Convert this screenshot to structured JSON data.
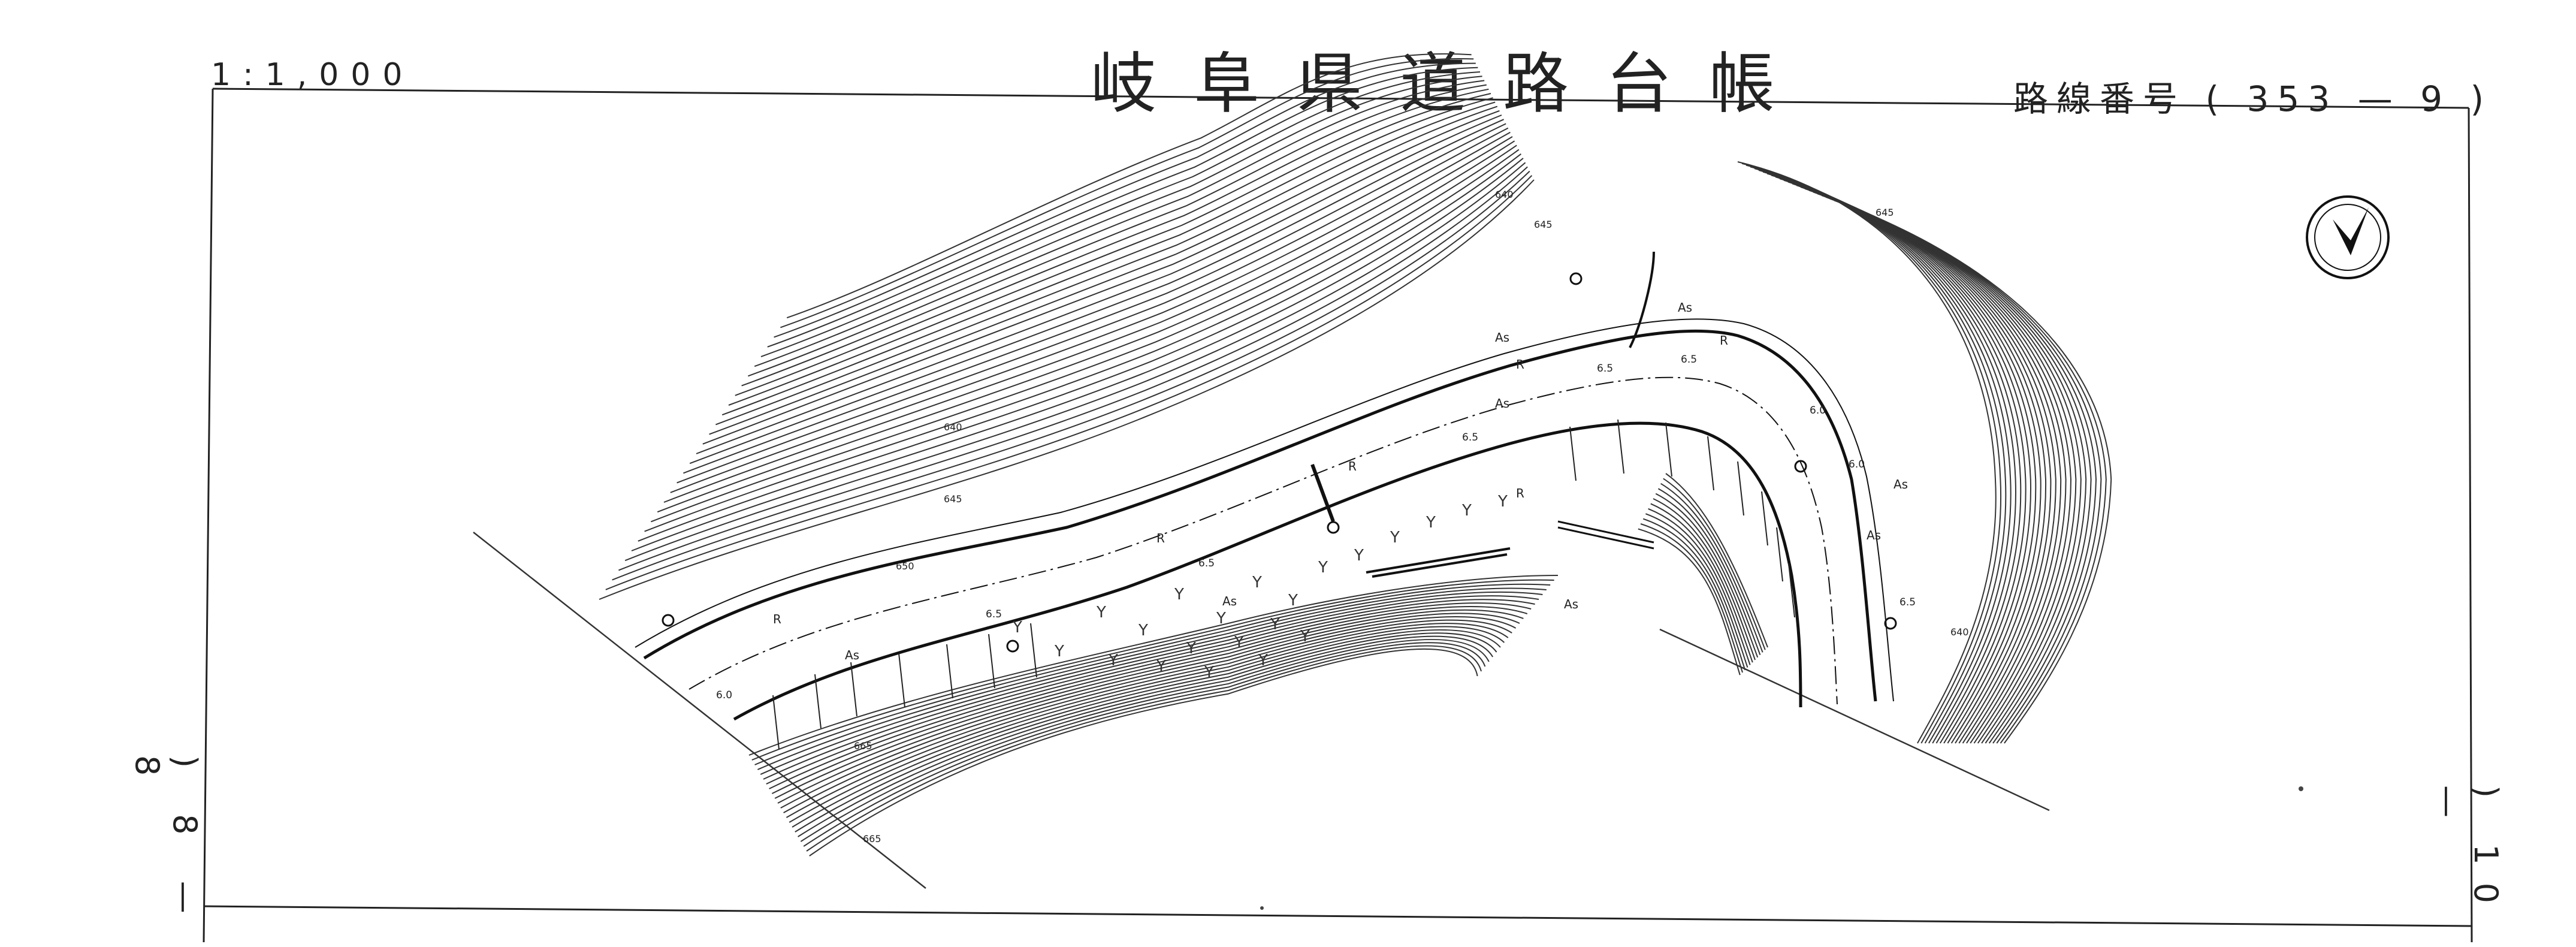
{
  "header": {
    "scale": "1:1,000",
    "title": "岐阜県道路台帳",
    "route_label": "路線番号",
    "route_open": "(",
    "route_number": "353",
    "route_dash": "—",
    "route_section": "9",
    "route_close": ")"
  },
  "margins": {
    "left_sheet": ") 8 — 8",
    "right_sheet": ") 10 —"
  },
  "map": {
    "north_arrow_icon": "north-arrow-icon",
    "contour_labels": [
      "640",
      "645",
      "650",
      "665",
      "665",
      "640",
      "645",
      "645",
      "640"
    ],
    "surface_labels": [
      "As",
      "As",
      "As",
      "As",
      "As",
      "As",
      "As",
      "As"
    ],
    "edge_labels": [
      "R",
      "R",
      "R",
      "R",
      "R",
      "R"
    ],
    "width_labels": [
      "6.0",
      "6.5",
      "6.5",
      "6.5",
      "6.5",
      "6.5",
      "6.0",
      "6.0",
      "6.5"
    ]
  }
}
